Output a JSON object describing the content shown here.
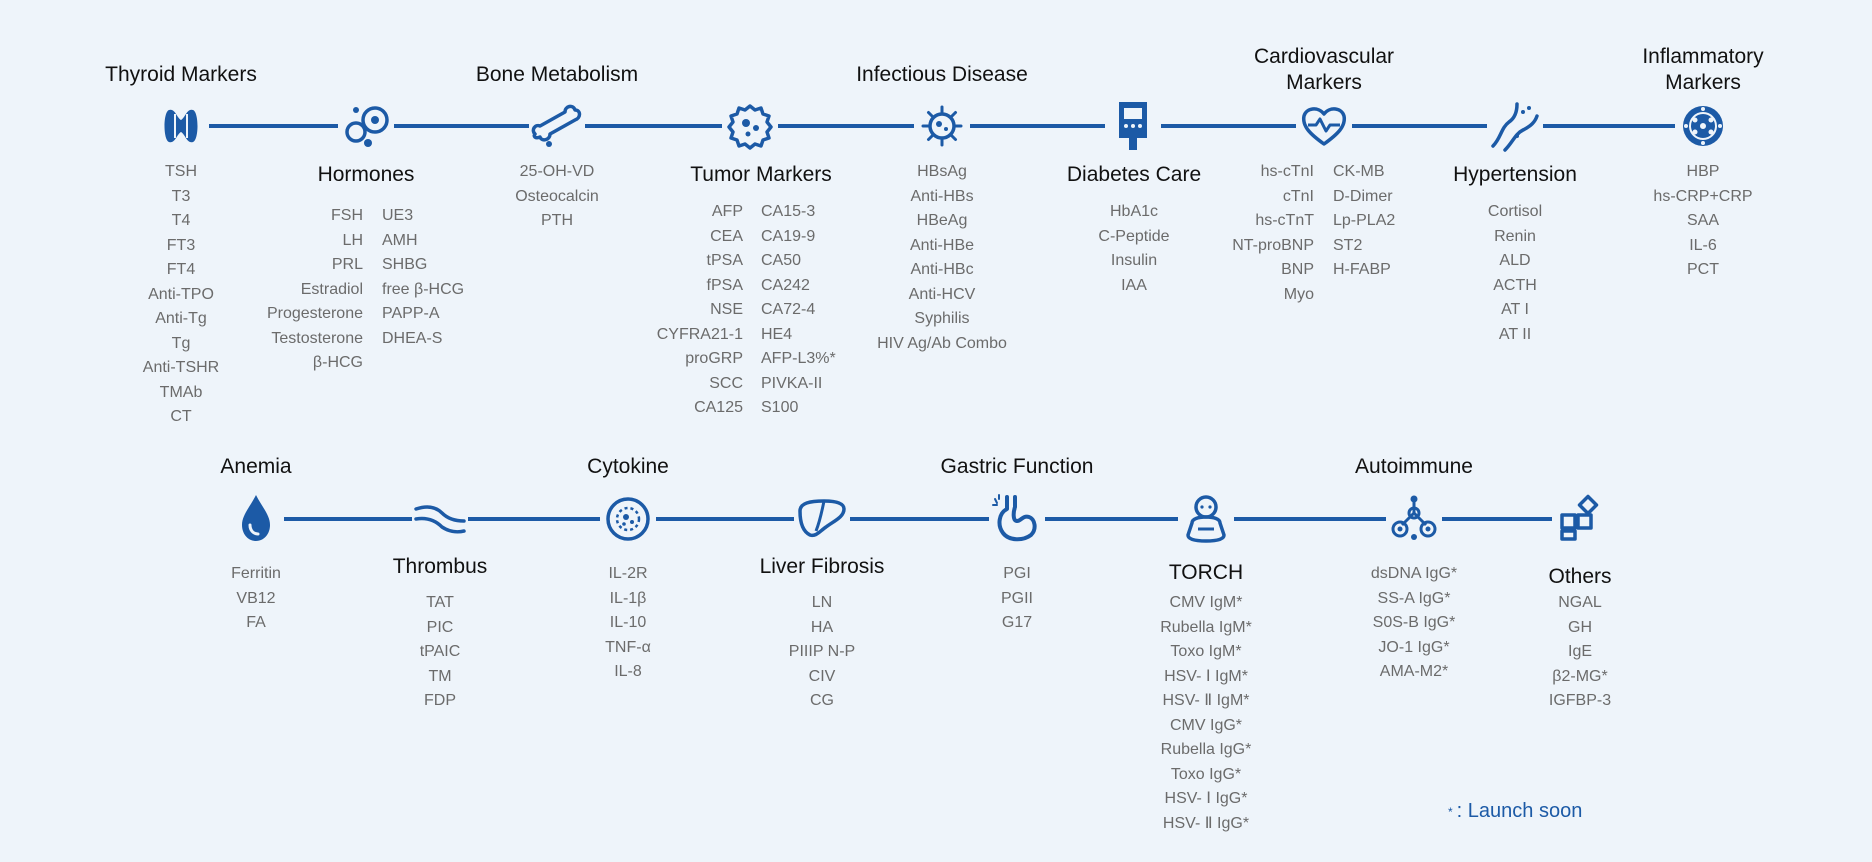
{
  "row1": [
    {
      "key": "thyroid",
      "title": "Thyroid Markers",
      "icon": "thyroid-icon",
      "items": [
        "TSH",
        "T3",
        "T4",
        "FT3",
        "FT4",
        "Anti-TPO",
        "Anti-Tg",
        "Tg",
        "Anti-TSHR",
        "TMAb",
        "CT"
      ]
    },
    {
      "key": "hormones",
      "title": "Hormones",
      "icon": "hormones-icon",
      "items_left": [
        "FSH",
        "LH",
        "PRL",
        "Estradiol",
        "Progesterone",
        "Testosterone",
        "β-HCG"
      ],
      "items_right": [
        "UE3",
        "AMH",
        "SHBG",
        "free β-HCG",
        "PAPP-A",
        "DHEA-S"
      ]
    },
    {
      "key": "bone",
      "title": "Bone Metabolism",
      "icon": "bone-icon",
      "items": [
        "25-OH-VD",
        "Osteocalcin",
        "PTH"
      ]
    },
    {
      "key": "tumor",
      "title": "Tumor Markers",
      "icon": "tumor-cell-icon",
      "items_left": [
        "AFP",
        "CEA",
        "tPSA",
        "fPSA",
        "NSE",
        "CYFRA21-1",
        "proGRP",
        "SCC",
        "CA125"
      ],
      "items_right": [
        "CA15-3",
        "CA19-9",
        "CA50",
        "CA242",
        "CA72-4",
        "HE4",
        "AFP-L3%*",
        "PIVKA-II",
        "S100"
      ]
    },
    {
      "key": "infectious",
      "title": "Infectious Disease",
      "icon": "virus-icon",
      "items": [
        "HBsAg",
        "Anti-HBs",
        "HBeAg",
        "Anti-HBe",
        "Anti-HBc",
        "Anti-HCV",
        "Syphilis",
        "HIV Ag/Ab Combo"
      ]
    },
    {
      "key": "diabetes",
      "title": "Diabetes Care",
      "icon": "glucometer-icon",
      "items": [
        "HbA1c",
        "C-Peptide",
        "Insulin",
        "IAA"
      ]
    },
    {
      "key": "cardio",
      "title": "Cardiovascular Markers",
      "icon": "heart-pulse-icon",
      "items_left": [
        "hs-cTnI",
        "cTnI",
        "hs-cTnT",
        "NT-proBNP",
        "BNP",
        "Myo"
      ],
      "items_right": [
        "CK-MB",
        "D-Dimer",
        "Lp-PLA2",
        "ST2",
        "H-FABP"
      ]
    },
    {
      "key": "hypertension",
      "title": "Hypertension",
      "icon": "blood-vessel-icon",
      "items": [
        "Cortisol",
        "Renin",
        "ALD",
        "ACTH",
        "AT I",
        "AT II"
      ]
    },
    {
      "key": "inflammatory",
      "title": "Inflammatory Markers",
      "icon": "pathogen-icon",
      "items": [
        "HBP",
        "hs-CRP+CRP",
        "SAA",
        "IL-6",
        "PCT"
      ]
    }
  ],
  "row2": [
    {
      "key": "anemia",
      "title": "Anemia",
      "icon": "blood-drop-icon",
      "items": [
        "Ferritin",
        "VB12",
        "FA"
      ]
    },
    {
      "key": "thrombus",
      "title": "Thrombus",
      "icon": "thrombus-icon",
      "items": [
        "TAT",
        "PIC",
        "tPAIC",
        "TM",
        "FDP"
      ]
    },
    {
      "key": "cytokine",
      "title": "Cytokine",
      "icon": "cell-icon",
      "items": [
        "IL-2R",
        "IL-1β",
        "IL-10",
        "TNF-α",
        "IL-8"
      ]
    },
    {
      "key": "liver",
      "title": "Liver Fibrosis",
      "icon": "liver-icon",
      "items": [
        "LN",
        "HA",
        "PIIIP N-P",
        "CIV",
        "CG"
      ]
    },
    {
      "key": "gastric",
      "title": "Gastric Function",
      "icon": "stomach-icon",
      "items": [
        "PGI",
        "PGII",
        "G17"
      ]
    },
    {
      "key": "torch",
      "title": "TORCH",
      "icon": "baby-icon",
      "items": [
        "CMV IgM*",
        "Rubella IgM*",
        "Toxo IgM*",
        "HSV- Ⅰ IgM*",
        "HSV- Ⅱ IgM*",
        "CMV IgG*",
        "Rubella IgG*",
        "Toxo IgG*",
        "HSV- Ⅰ IgG*",
        "HSV- Ⅱ IgG*"
      ]
    },
    {
      "key": "autoimmune",
      "title": "Autoimmune",
      "icon": "molecule-network-icon",
      "items": [
        "dsDNA IgG*",
        "SS-A IgG*",
        "S0S-B IgG*",
        "JO-1 IgG*",
        "AMA-M2*"
      ]
    },
    {
      "key": "others",
      "title": "Others",
      "icon": "grid-blocks-icon",
      "items": [
        "NGAL",
        "GH",
        "IgE",
        "β2-MG*",
        "IGFBP-3"
      ]
    }
  ],
  "legend": {
    "star": "*",
    "text": ": Launch soon"
  },
  "colors": {
    "accent": "#1c5aa6",
    "text": "#111111",
    "muted": "#6b6b6b",
    "background": "#eef4fa"
  }
}
